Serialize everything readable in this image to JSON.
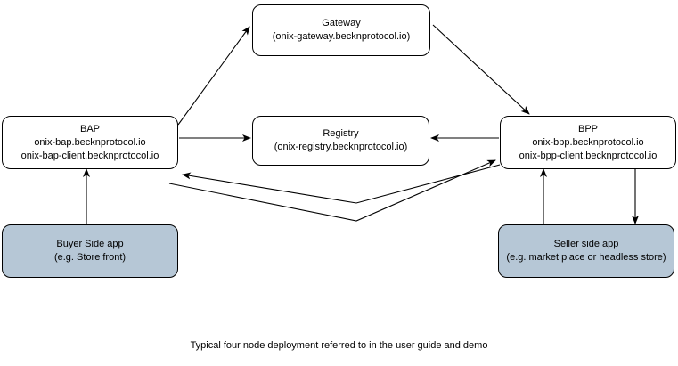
{
  "diagram": {
    "caption": "Typical four node deployment referred to in the user guide and demo",
    "colors": {
      "shaded_fill": "#b6c7d6",
      "node_fill": "#ffffff",
      "stroke": "#000000",
      "background": "#ffffff"
    },
    "nodes": [
      {
        "id": "gateway",
        "title": "Gateway",
        "subtitle": "(onix-gateway.becknprotocol.io)",
        "shaded": false
      },
      {
        "id": "bap",
        "title": "BAP",
        "subtitle": "onix-bap.becknprotocol.io",
        "subtitle2": "onix-bap-client.becknprotocol.io",
        "shaded": false
      },
      {
        "id": "registry",
        "title": "Registry",
        "subtitle": "(onix-registry.becknprotocol.io)",
        "shaded": false
      },
      {
        "id": "bpp",
        "title": "BPP",
        "subtitle": "onix-bpp.becknprotocol.io",
        "subtitle2": "onix-bpp-client.becknprotocol.io",
        "shaded": false
      },
      {
        "id": "buyer",
        "title": "Buyer Side app",
        "subtitle": "(e.g. Store front)",
        "shaded": true
      },
      {
        "id": "seller",
        "title": "Seller side app",
        "subtitle": "(e.g. market place or headless store)",
        "shaded": true
      }
    ],
    "edges": [
      {
        "id": "bap-to-gateway",
        "from": "bap",
        "to": "gateway",
        "arrow": "to"
      },
      {
        "id": "gateway-to-bpp",
        "from": "gateway",
        "to": "bpp",
        "arrow": "to"
      },
      {
        "id": "bap-to-registry",
        "from": "bap",
        "to": "registry",
        "arrow": "to"
      },
      {
        "id": "bpp-to-registry",
        "from": "bpp",
        "to": "registry",
        "arrow": "to"
      },
      {
        "id": "bpp-to-bap",
        "from": "bpp",
        "to": "bap",
        "arrow": "to"
      },
      {
        "id": "bap-to-bpp",
        "from": "bap",
        "to": "bpp",
        "arrow": "to"
      },
      {
        "id": "buyer-to-bap",
        "from": "buyer",
        "to": "bap",
        "arrow": "to"
      },
      {
        "id": "seller-to-bpp",
        "from": "seller",
        "to": "bpp",
        "arrow": "to"
      },
      {
        "id": "bpp-to-seller",
        "from": "bpp",
        "to": "seller",
        "arrow": "to"
      }
    ]
  }
}
